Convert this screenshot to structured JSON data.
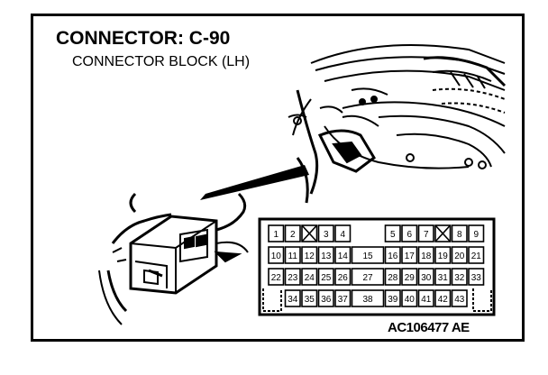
{
  "title": "CONNECTOR: C-90",
  "subtitle": "CONNECTOR BLOCK (LH)",
  "figure_id": "AC106477 AE",
  "connector_face": {
    "cavities": [
      {
        "label": "1",
        "row": 0,
        "col": 0
      },
      {
        "label": "2",
        "row": 0,
        "col": 1
      },
      {
        "label": "",
        "row": 0,
        "col": 2,
        "unused": true
      },
      {
        "label": "3",
        "row": 0,
        "col": 3
      },
      {
        "label": "4",
        "row": 0,
        "col": 4
      },
      {
        "label": "5",
        "row": 0,
        "col": 7
      },
      {
        "label": "6",
        "row": 0,
        "col": 8
      },
      {
        "label": "7",
        "row": 0,
        "col": 9
      },
      {
        "label": "",
        "row": 0,
        "col": 10,
        "unused": true
      },
      {
        "label": "8",
        "row": 0,
        "col": 11
      },
      {
        "label": "9",
        "row": 0,
        "col": 12
      },
      {
        "label": "10",
        "row": 1,
        "col": 0
      },
      {
        "label": "11",
        "row": 1,
        "col": 1
      },
      {
        "label": "12",
        "row": 1,
        "col": 2
      },
      {
        "label": "13",
        "row": 1,
        "col": 3
      },
      {
        "label": "14",
        "row": 1,
        "col": 4
      },
      {
        "label": "15",
        "row": 1,
        "col": 5,
        "wide": true
      },
      {
        "label": "16",
        "row": 1,
        "col": 7
      },
      {
        "label": "17",
        "row": 1,
        "col": 8
      },
      {
        "label": "18",
        "row": 1,
        "col": 9
      },
      {
        "label": "19",
        "row": 1,
        "col": 10
      },
      {
        "label": "20",
        "row": 1,
        "col": 11
      },
      {
        "label": "21",
        "row": 1,
        "col": 12
      },
      {
        "label": "22",
        "row": 2,
        "col": 0
      },
      {
        "label": "23",
        "row": 2,
        "col": 1
      },
      {
        "label": "24",
        "row": 2,
        "col": 2
      },
      {
        "label": "25",
        "row": 2,
        "col": 3
      },
      {
        "label": "26",
        "row": 2,
        "col": 4
      },
      {
        "label": "27",
        "row": 2,
        "col": 5,
        "wide": true
      },
      {
        "label": "28",
        "row": 2,
        "col": 7
      },
      {
        "label": "29",
        "row": 2,
        "col": 8
      },
      {
        "label": "30",
        "row": 2,
        "col": 9
      },
      {
        "label": "31",
        "row": 2,
        "col": 10
      },
      {
        "label": "32",
        "row": 2,
        "col": 11
      },
      {
        "label": "33",
        "row": 2,
        "col": 12
      },
      {
        "label": "34",
        "row": 3,
        "col": 1
      },
      {
        "label": "35",
        "row": 3,
        "col": 2
      },
      {
        "label": "36",
        "row": 3,
        "col": 3
      },
      {
        "label": "37",
        "row": 3,
        "col": 4
      },
      {
        "label": "38",
        "row": 3,
        "col": 5,
        "wide": true
      },
      {
        "label": "39",
        "row": 3,
        "col": 7
      },
      {
        "label": "40",
        "row": 3,
        "col": 8
      },
      {
        "label": "41",
        "row": 3,
        "col": 9
      },
      {
        "label": "42",
        "row": 3,
        "col": 10
      },
      {
        "label": "43",
        "row": 3,
        "col": 11
      }
    ]
  }
}
